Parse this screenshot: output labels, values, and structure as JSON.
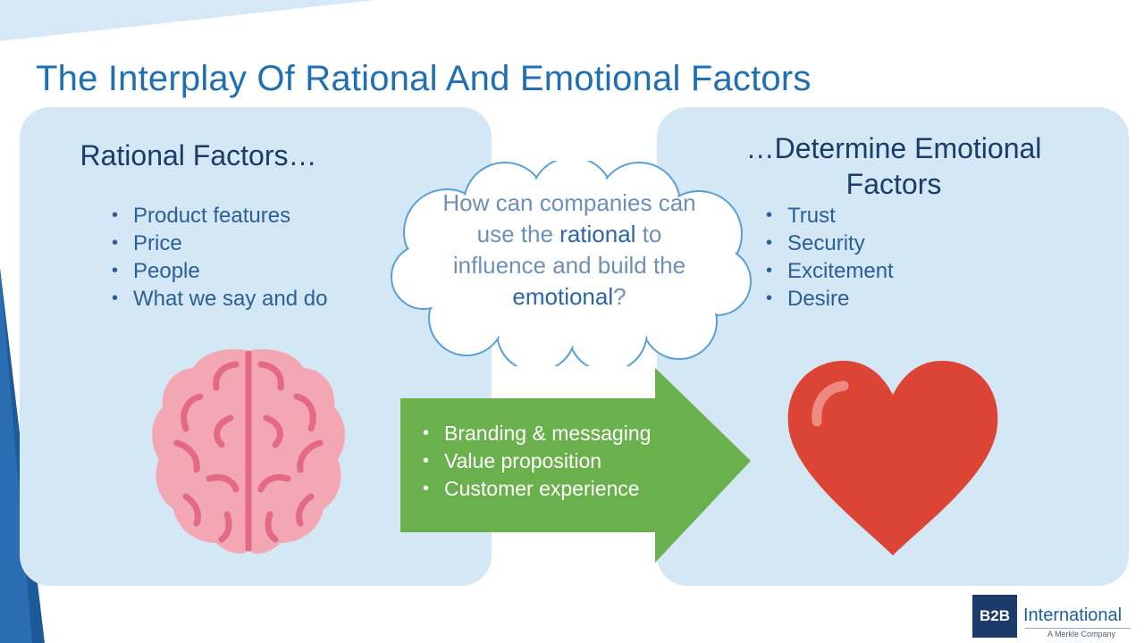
{
  "slide": {
    "title": "The Interplay Of Rational And Emotional Factors"
  },
  "left_panel": {
    "heading": "Rational Factors…",
    "items": [
      "Product features",
      "Price",
      "People",
      "What we say and do"
    ]
  },
  "right_panel": {
    "heading_line1": "…Determine Emotional",
    "heading_line2": "Factors",
    "items": [
      "Trust",
      "Security",
      "Excitement",
      "Desire"
    ]
  },
  "cloud": {
    "line1": "How can companies can",
    "line2_pre": "use the ",
    "line2_strong": "rational",
    "line2_post": " to",
    "line3": "influence and build the",
    "line4_strong": "emotional",
    "line4_post": "?"
  },
  "arrow": {
    "items": [
      "Branding & messaging",
      "Value proposition",
      "Customer experience"
    ]
  },
  "icons": {
    "brain": "brain-icon",
    "heart": "heart-icon"
  },
  "logo": {
    "mark": "B2B",
    "name": "International",
    "tagline": "A Merkle Company"
  },
  "colors": {
    "title": "#1f6fb2",
    "panel": "#d3e7f4",
    "heading": "#1a3c66",
    "bullet_text": "#2c5f97",
    "arrow_green": "#6ab04c",
    "brain_pink": "#f2a7b2",
    "brain_line": "#e36a82",
    "heart_red": "#dc4436",
    "logo_navy": "#1c3b6b"
  }
}
